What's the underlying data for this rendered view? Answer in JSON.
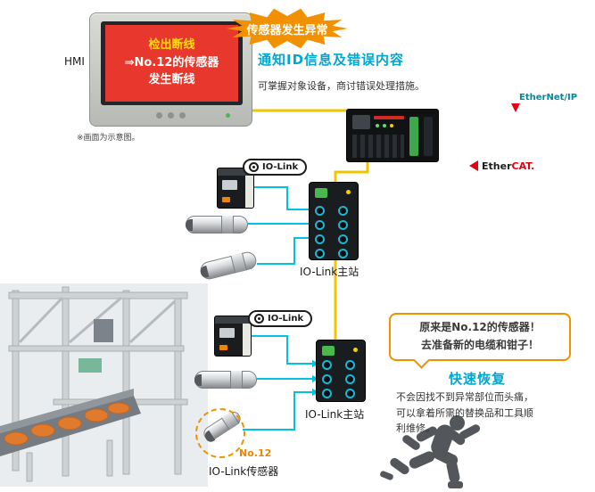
{
  "colors": {
    "accent_blue": "#00a7d3",
    "alert_orange": "#f29100",
    "line_yellow": "#f2c400",
    "line_cyan": "#00c3e3",
    "error_red": "#e60012",
    "hmi_screen_red": "#e8372c"
  },
  "hmi": {
    "label": "HMI",
    "screen": {
      "line1": "检出断线",
      "line2": "⇒No.12的传感器",
      "line3": "发生断线"
    },
    "note": "※画面为示意图。"
  },
  "burst": {
    "text": "传感器发生异常"
  },
  "notify": {
    "title": "通知ID信息及错误内容",
    "body": "可掌握对象设备，商讨错误处理措施。"
  },
  "network": {
    "ethernet_ip": "EtherNet/IP",
    "ethercat_prefix": "Ether",
    "ethercat_suffix": "CAT."
  },
  "iolink": {
    "badge_label": "IO-Link",
    "master_label_1": "IO-Link主站",
    "master_label_2": "IO-Link主站",
    "sensor_number": "No.12",
    "sensor_label": "IO-Link传感器"
  },
  "recovery": {
    "bubble_line1": "原来是No.12的传感器！",
    "bubble_line2": "去准备新的电缆和钳子！",
    "title": "快速恢复",
    "body": "不会因找不到异常部位而头痛，可以拿着所需的替换品和工具顺利维修。"
  }
}
